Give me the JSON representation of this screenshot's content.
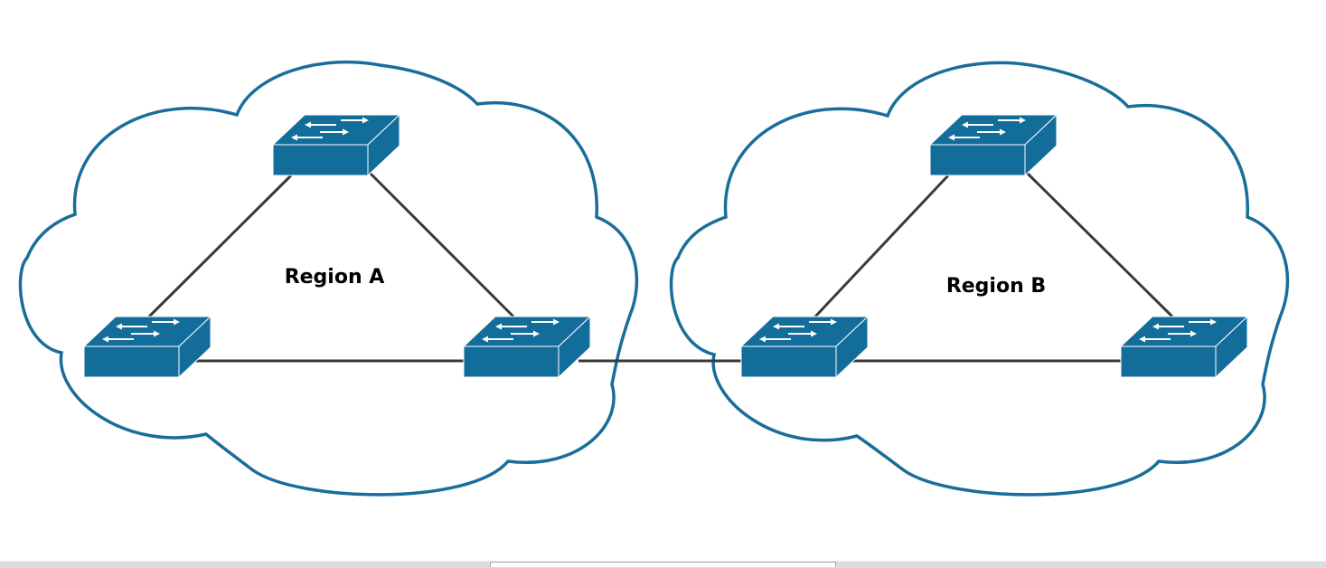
{
  "diagram": {
    "type": "network-topology",
    "colors": {
      "cloud_stroke": "#1a6d9a",
      "switch_fill": "#136d9b",
      "switch_top": "#136d9b",
      "switch_edge": "#ffffff",
      "link": "#3a3a3a"
    },
    "regions": [
      {
        "id": "region-a",
        "label": "Region A",
        "switches": [
          "a-top",
          "a-left",
          "a-right"
        ]
      },
      {
        "id": "region-b",
        "label": "Region B",
        "switches": [
          "b-top",
          "b-left",
          "b-right"
        ]
      }
    ],
    "switches": [
      {
        "id": "a-top",
        "icon": "switch-icon"
      },
      {
        "id": "a-left",
        "icon": "switch-icon"
      },
      {
        "id": "a-right",
        "icon": "switch-icon"
      },
      {
        "id": "b-top",
        "icon": "switch-icon"
      },
      {
        "id": "b-left",
        "icon": "switch-icon"
      },
      {
        "id": "b-right",
        "icon": "switch-icon"
      }
    ],
    "links": [
      {
        "from": "a-top",
        "to": "a-left"
      },
      {
        "from": "a-top",
        "to": "a-right"
      },
      {
        "from": "a-left",
        "to": "a-right"
      },
      {
        "from": "b-top",
        "to": "b-left"
      },
      {
        "from": "b-top",
        "to": "b-right"
      },
      {
        "from": "b-left",
        "to": "b-right"
      },
      {
        "from": "a-right",
        "to": "b-left"
      }
    ]
  }
}
